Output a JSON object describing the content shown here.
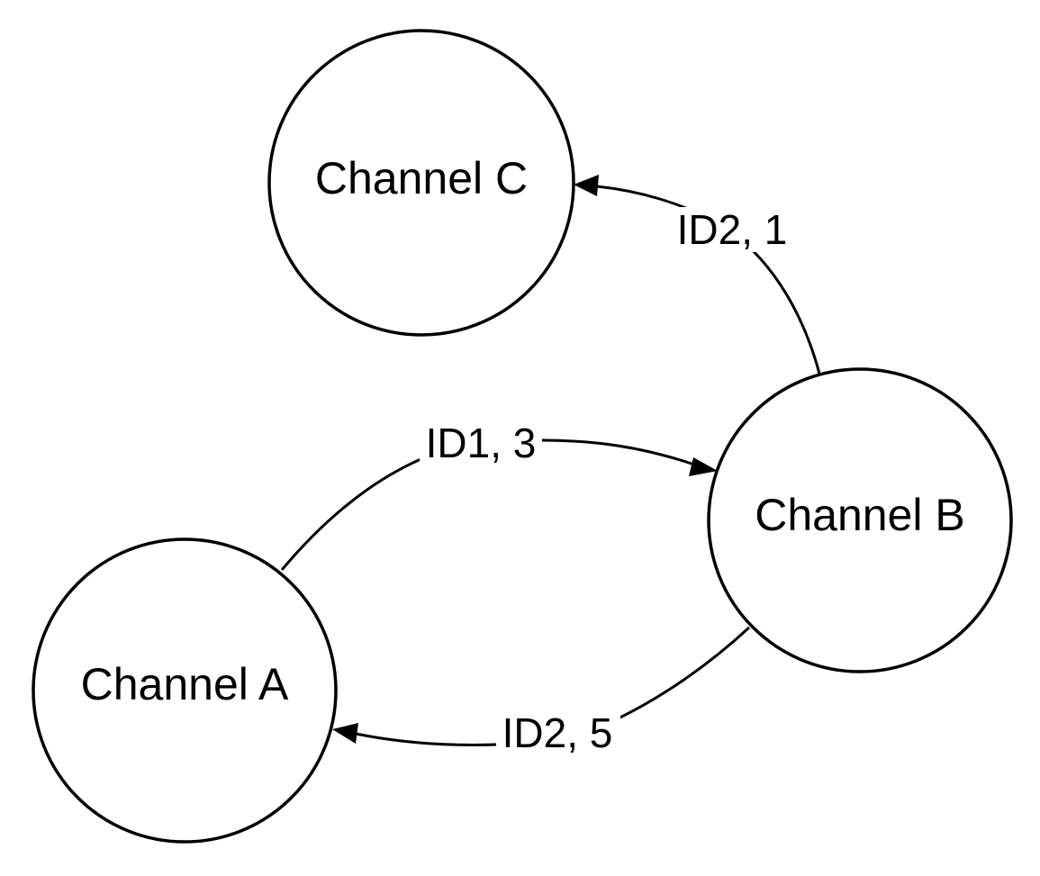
{
  "nodes": [
    {
      "id": "a",
      "label": "Channel A"
    },
    {
      "id": "b",
      "label": "Channel B"
    },
    {
      "id": "c",
      "label": "Channel C"
    }
  ],
  "edges": [
    {
      "id": "a_to_b",
      "from": "Channel A",
      "to": "Channel B",
      "label": "ID1, 3"
    },
    {
      "id": "b_to_c",
      "from": "Channel B",
      "to": "Channel C",
      "label": "ID2, 1"
    },
    {
      "id": "b_to_a",
      "from": "Channel B",
      "to": "Channel A",
      "label": "ID2, 5"
    }
  ],
  "colors": {
    "stroke": "#000000",
    "background": "#ffffff"
  }
}
